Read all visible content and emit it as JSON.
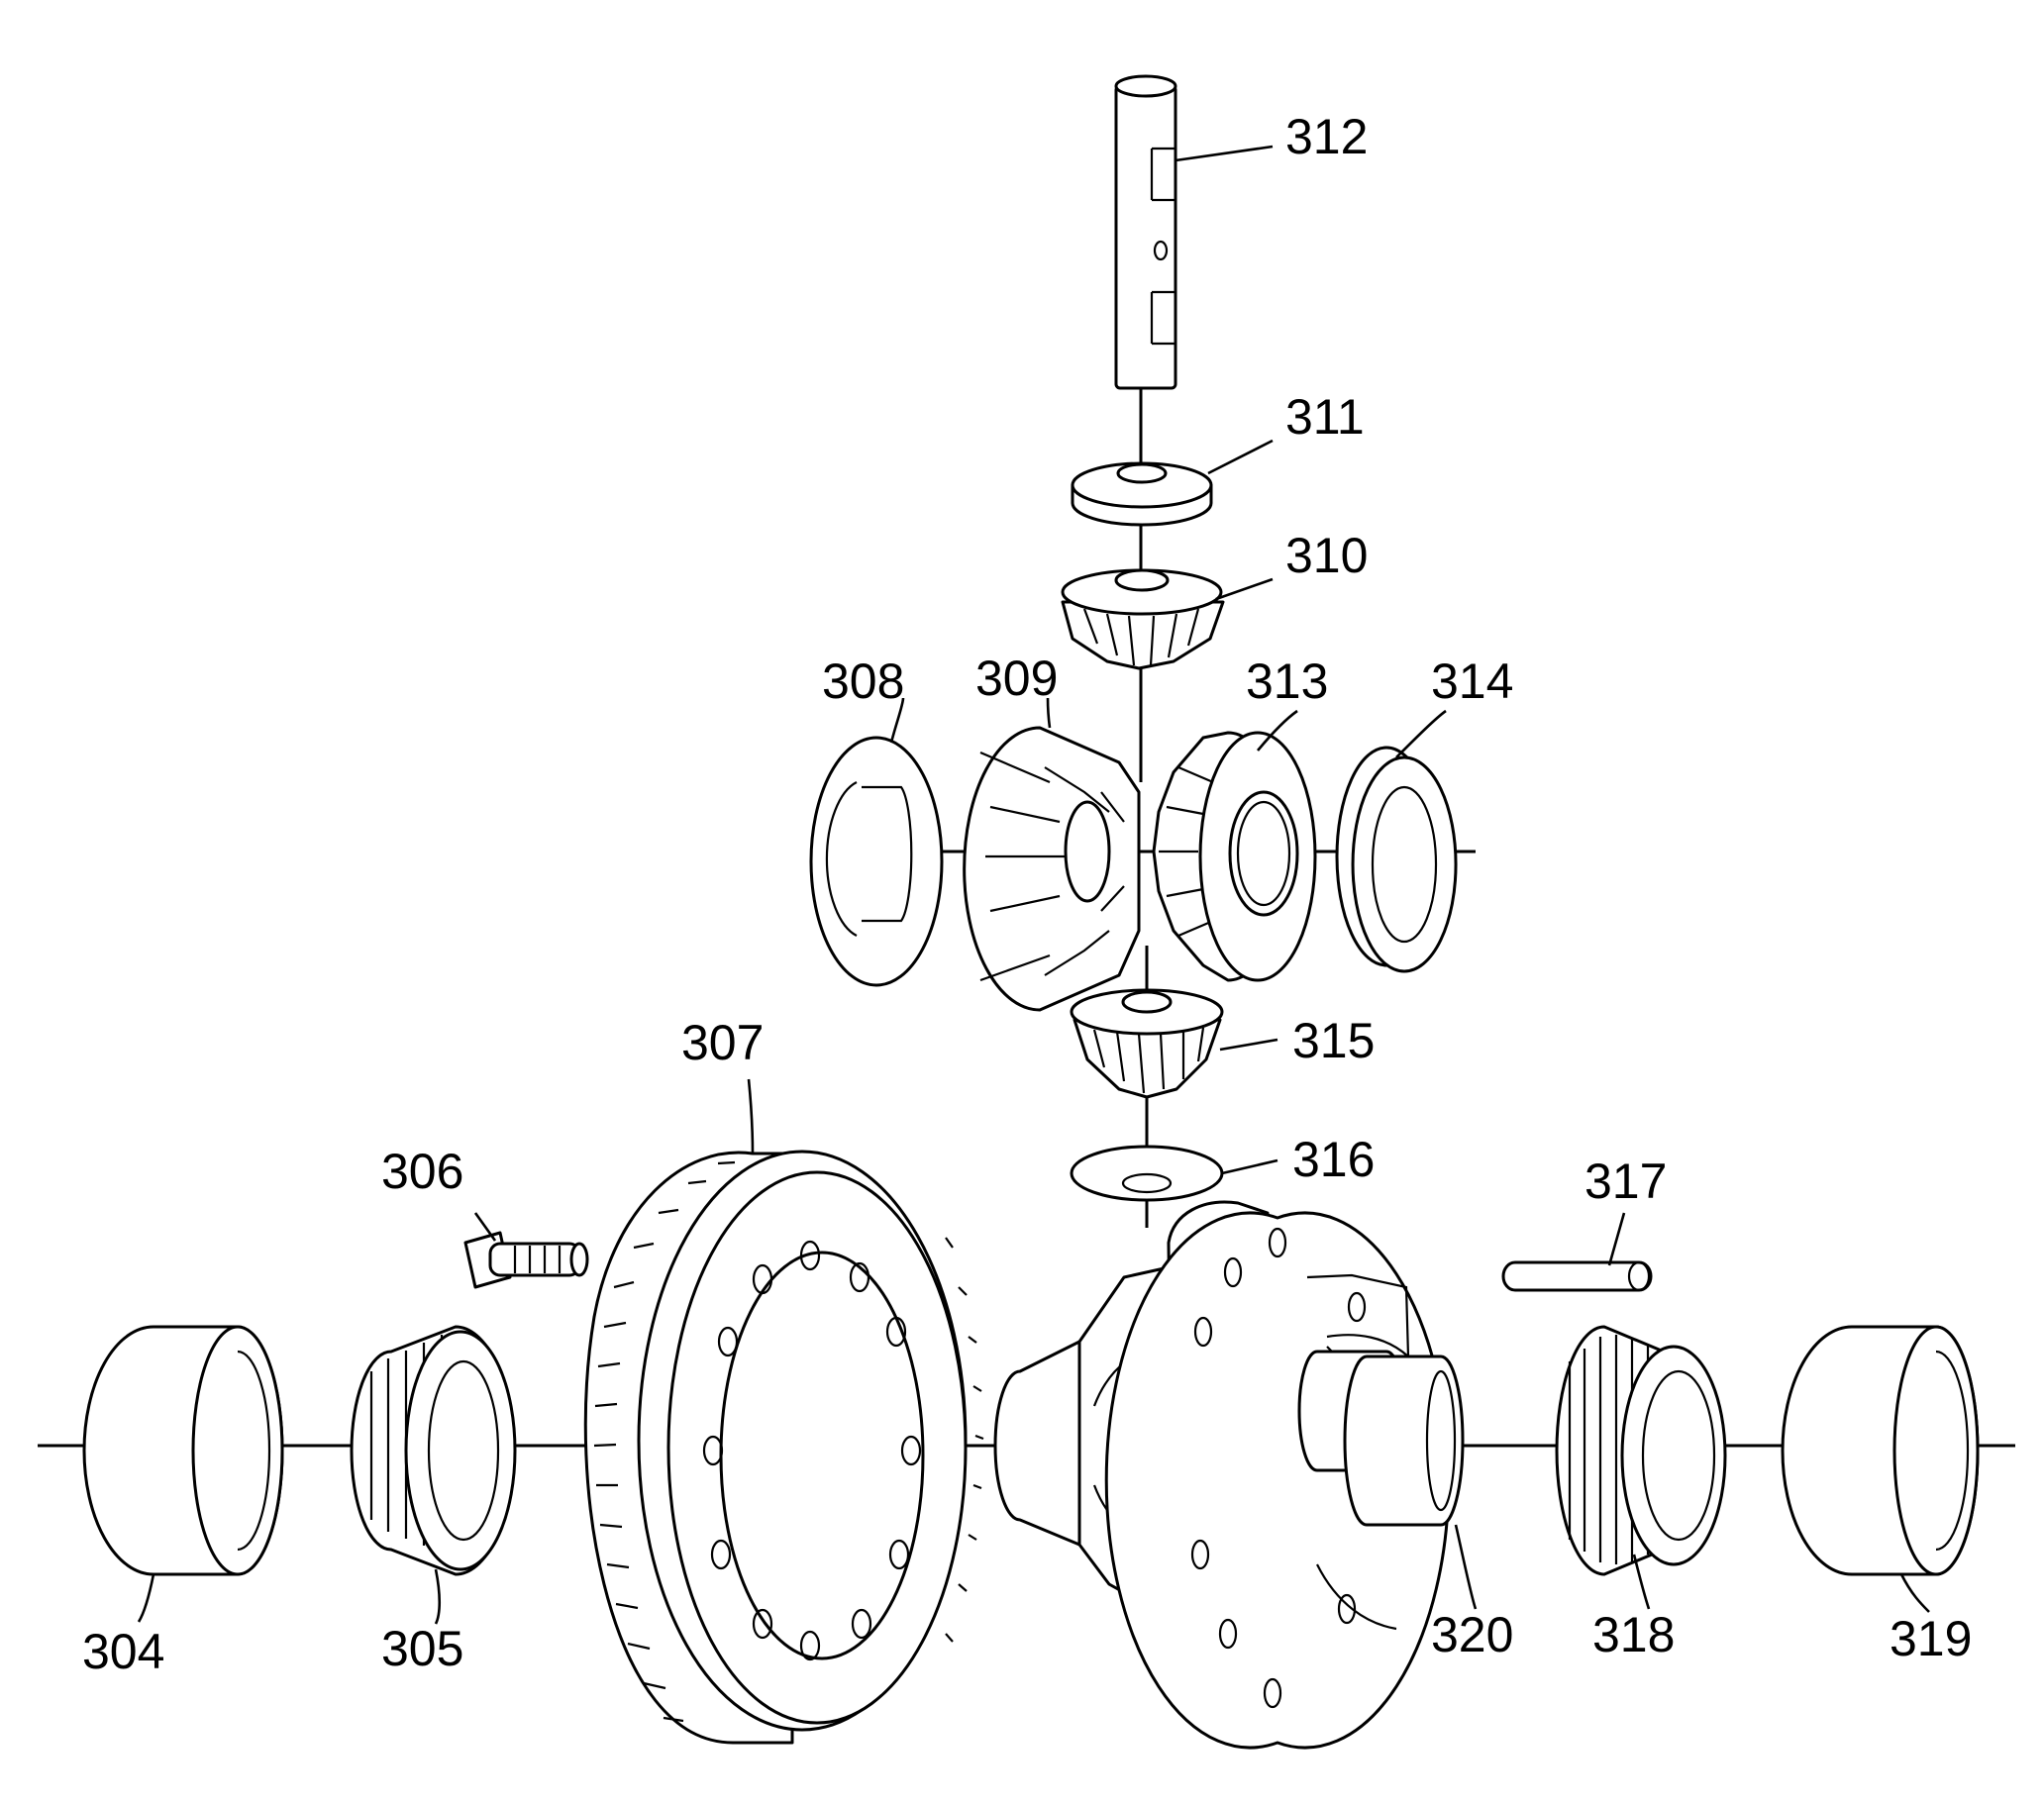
{
  "callouts": {
    "c304": "304",
    "c305": "305",
    "c306": "306",
    "c307": "307",
    "c308": "308",
    "c309": "309",
    "c310": "310",
    "c311": "311",
    "c312": "312",
    "c313": "313",
    "c314": "314",
    "c315": "315",
    "c316": "316",
    "c317": "317",
    "c318": "318",
    "c319": "319",
    "c320": "320"
  }
}
